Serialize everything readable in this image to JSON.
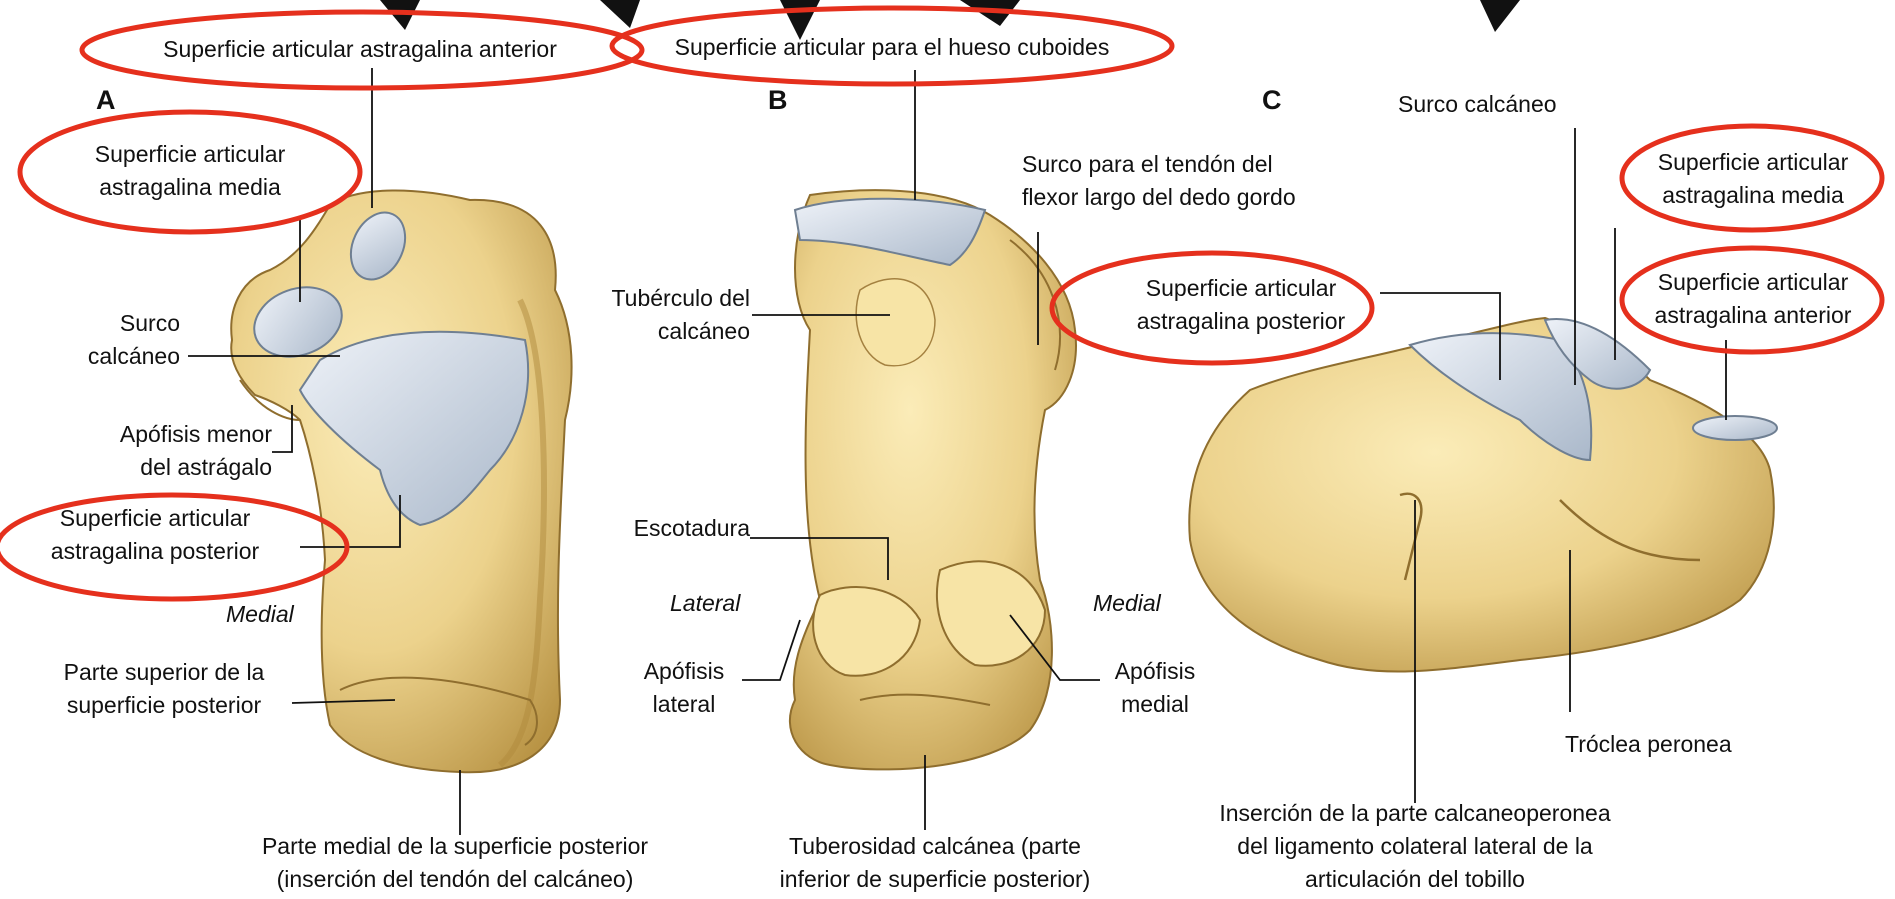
{
  "colors": {
    "bone": "#f0d995",
    "bone_shade": "#c09a4a",
    "bone_outline": "#8f6e2e",
    "articular_surface": "#c9d3e0",
    "highlight_ellipse": "#e5301d",
    "leader_line": "#111111"
  },
  "panels": {
    "a": {
      "letter": "A",
      "side_label": "Medial",
      "labels": {
        "ant_facet": [
          "Superficie articular astragalina anterior"
        ],
        "mid_facet": [
          "Superficie articular",
          "astragalina media"
        ],
        "groove": [
          "Surco",
          "calcáneo"
        ],
        "sustentaculum": [
          "Apófisis menor",
          "del astrágalo"
        ],
        "post_facet": [
          "Superficie articular",
          "astragalina posterior"
        ],
        "upper_post": [
          "Parte superior de la",
          "superficie posterior"
        ],
        "medial_post": [
          "Parte medial de la superficie posterior",
          "(inserción del tendón del calcáneo)"
        ]
      }
    },
    "b": {
      "letter": "B",
      "side_left": "Lateral",
      "side_right": "Medial",
      "labels": {
        "cuboid": [
          "Superficie articular para el hueso cuboides"
        ],
        "fhl_groove": [
          "Surco para el tendón del",
          "flexor largo del dedo gordo"
        ],
        "tubercle": [
          "Tubérculo del",
          "calcáneo"
        ],
        "notch": [
          "Escotadura"
        ],
        "lateral_process": [
          "Apófisis",
          "lateral"
        ],
        "medial_process": [
          "Apófisis",
          "medial"
        ],
        "tuberosity": [
          "Tuberosidad calcánea (parte",
          "inferior de superficie posterior)"
        ]
      }
    },
    "c": {
      "letter": "C",
      "labels": {
        "groove": [
          "Surco calcáneo"
        ],
        "mid_facet": [
          "Superficie articular",
          "astragalina media"
        ],
        "ant_facet": [
          "Superficie articular",
          "astragalina anterior"
        ],
        "post_facet": [
          "Superficie articular",
          "astragalina posterior"
        ],
        "trochlea": [
          "Tróclea peronea"
        ],
        "ligament": [
          "Inserción de la parte calcaneoperonea",
          "del ligamento colateral lateral de la",
          "articulación del tobillo"
        ]
      }
    }
  }
}
